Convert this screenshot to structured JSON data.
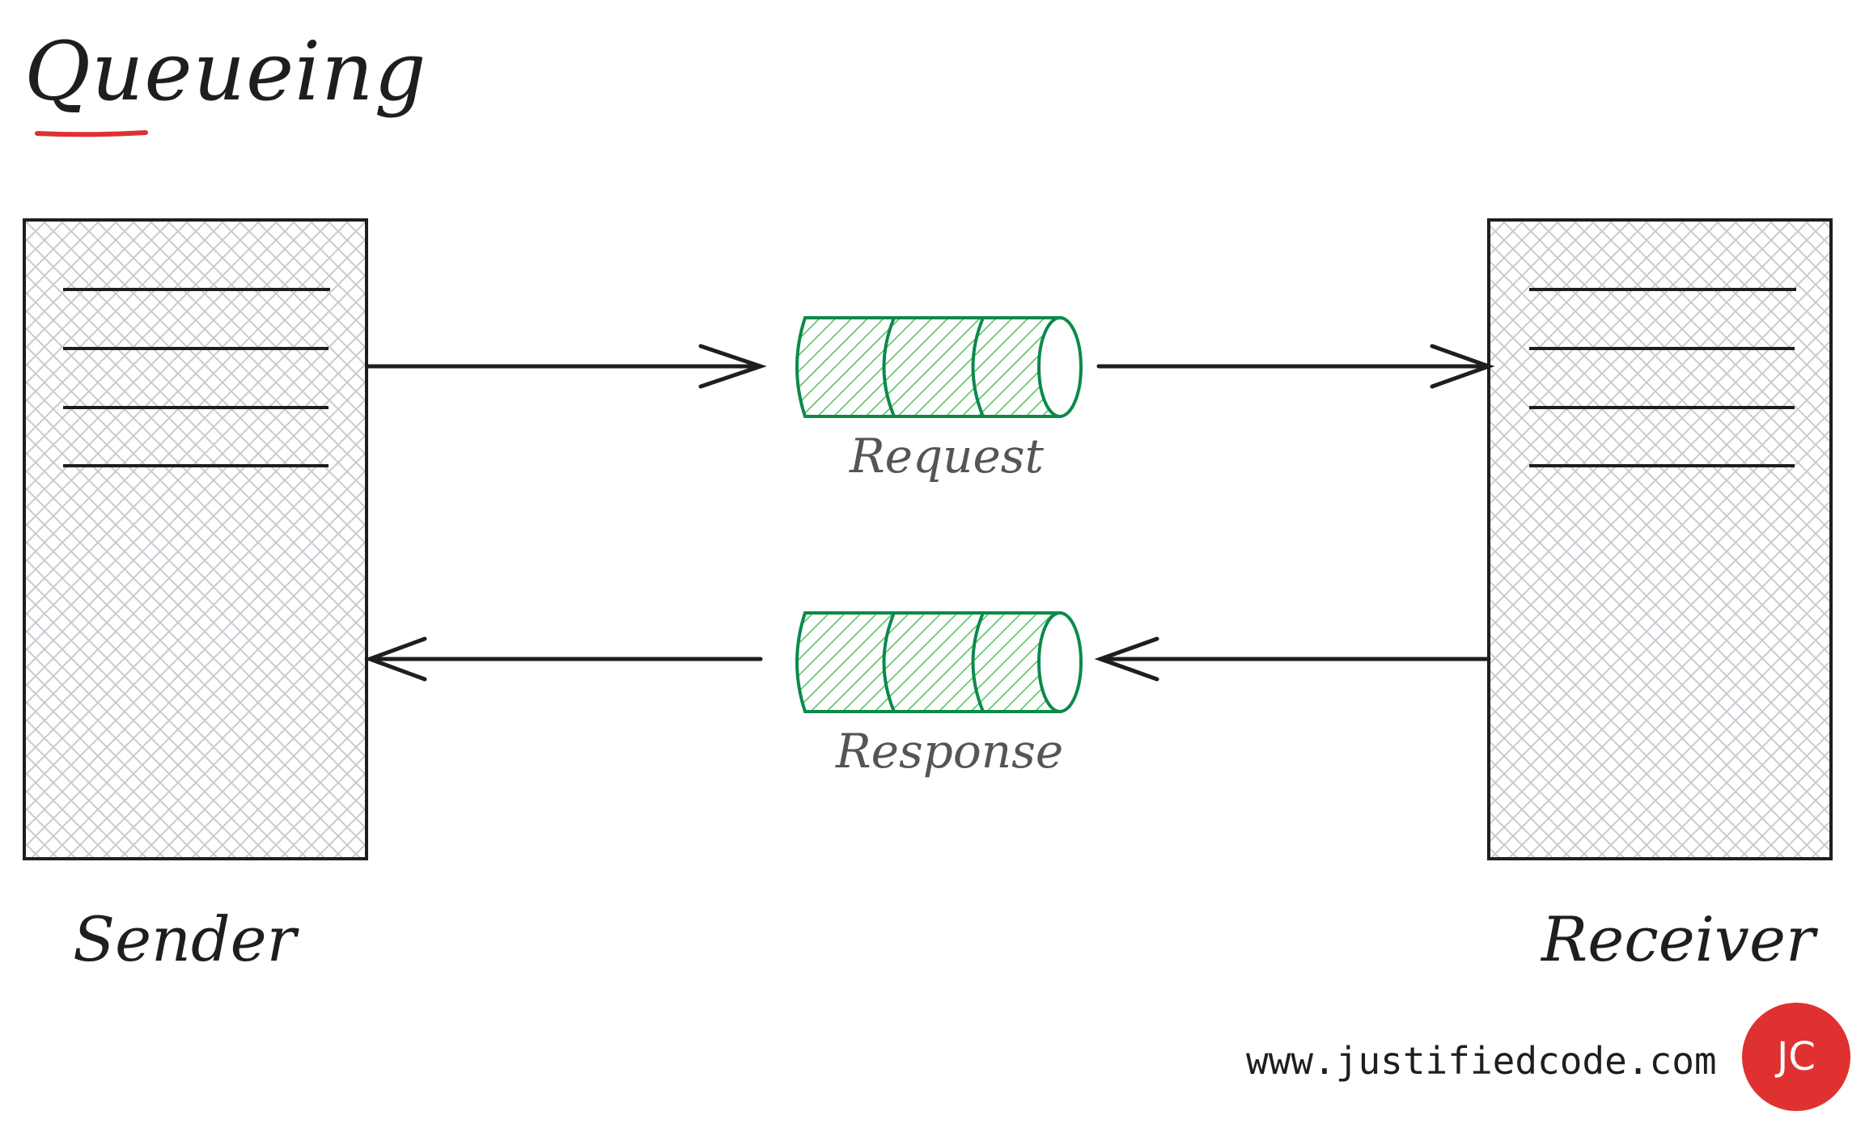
{
  "title": "Queueing",
  "nodes": {
    "sender": {
      "label": "Sender"
    },
    "receiver": {
      "label": "Receiver"
    }
  },
  "queues": {
    "request": {
      "label": "Request"
    },
    "response": {
      "label": "Response"
    }
  },
  "footer": {
    "url": "www.justifiedcode.com",
    "badge": "JC"
  },
  "colors": {
    "ink": "#1e1e1e",
    "queue_stroke": "#0b8a4b",
    "queue_fill": "#4cc35d",
    "hatch": "#c7ccd2",
    "underline": "#e03131",
    "badge": "#e03131",
    "queue_label": "#555555"
  }
}
